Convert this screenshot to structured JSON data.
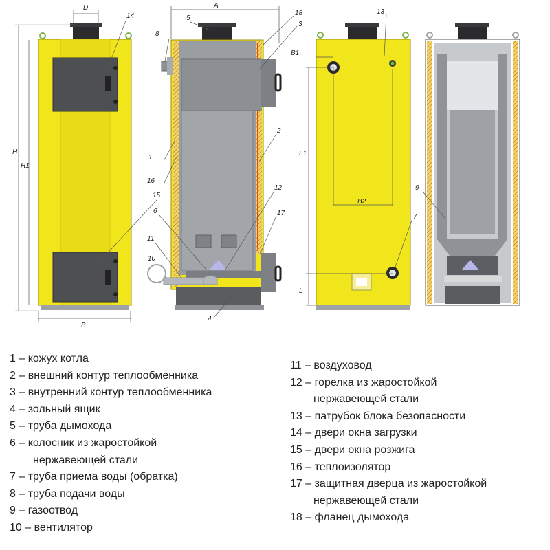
{
  "colors": {
    "casing": "#f1e51c",
    "casing_dark": "#c9bd10",
    "steel": "#8c9095",
    "steel_light": "#b4b8bd",
    "door": "#4d4f52",
    "insulation": "#e8b040",
    "hot_line": "#d2291c",
    "flue": "#2b2b2d"
  },
  "dimensions": {
    "D": "D",
    "A": "A",
    "H": "H",
    "H1": "H1",
    "B": "B",
    "B1": "B1",
    "B2": "B2",
    "L1": "L1",
    "L": "L"
  },
  "callouts": {
    "c1": "1",
    "c2": "2",
    "c3": "3",
    "c4": "4",
    "c5": "5",
    "c6": "6",
    "c7": "7",
    "c8": "8",
    "c9": "9",
    "c10": "10",
    "c11": "11",
    "c12": "12",
    "c13": "13",
    "c14": "14",
    "c15": "15",
    "c16": "16",
    "c17": "17",
    "c18": "18"
  },
  "legend_left": [
    {
      "num": "1",
      "text": "кожух котла"
    },
    {
      "num": "2",
      "text": "внешний контур теплообменника"
    },
    {
      "num": "3",
      "text": "внутренний контур теплообменника"
    },
    {
      "num": "4",
      "text": "зольный ящик"
    },
    {
      "num": "5",
      "text": "труба дымохода"
    },
    {
      "num": "6",
      "text": "колосник из жаростойкой",
      "cont": "нержавеющей стали"
    },
    {
      "num": "7",
      "text": "труба приема воды (обратка)"
    },
    {
      "num": "8",
      "text": "труба подачи воды"
    },
    {
      "num": "9",
      "text": "газоотвод"
    },
    {
      "num": "10",
      "text": "вентилятор"
    }
  ],
  "legend_right": [
    {
      "num": "11",
      "text": "воздуховод"
    },
    {
      "num": "12",
      "text": "горелка из жаростойкой",
      "cont": "нержавеющей стали"
    },
    {
      "num": "13",
      "text": "патрубок блока безопасности"
    },
    {
      "num": "14",
      "text": "двери окна загрузки"
    },
    {
      "num": "15",
      "text": "двери окна розжига"
    },
    {
      "num": "16",
      "text": "теплоизолятор"
    },
    {
      "num": "17",
      "text": "защитная дверца из жаростойкой",
      "cont": "нержавеющей стали"
    },
    {
      "num": "18",
      "text": "фланец дымохода"
    }
  ],
  "separator": " – "
}
